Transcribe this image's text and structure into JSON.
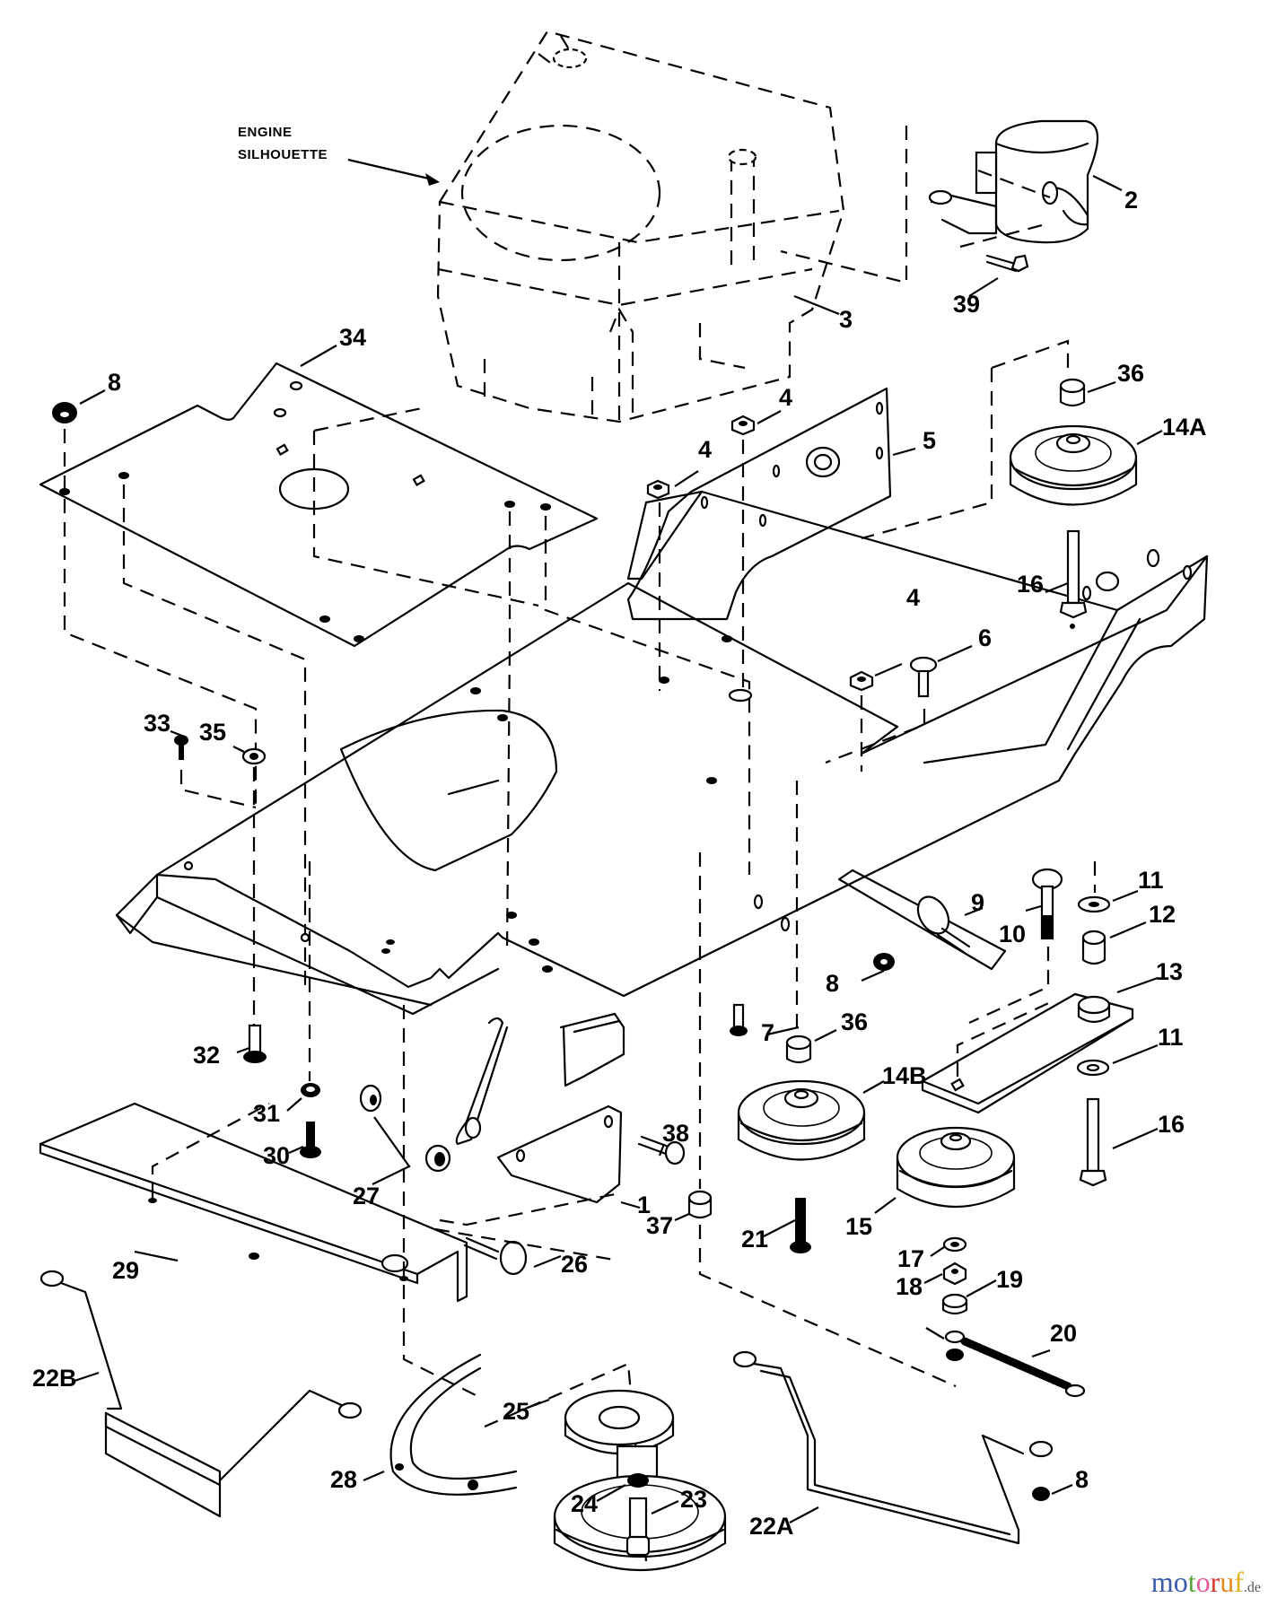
{
  "title": "Engine / Chassis / Pulley Exploded Parts Diagram",
  "annotation": {
    "line1": "ENGINE",
    "line2": "SILHOUETTE"
  },
  "callouts": {
    "p1": "1",
    "p2": "2",
    "p3": "3",
    "p4a": "4",
    "p4b": "4",
    "p4c": "4",
    "p5": "5",
    "p6": "6",
    "p7": "7",
    "p8a": "8",
    "p8b": "8",
    "p8c": "8",
    "p9": "9",
    "p10": "10",
    "p11a": "11",
    "p11b": "11",
    "p12": "12",
    "p13": "13",
    "p14a": "14A",
    "p14b": "14B",
    "p15": "15",
    "p16a": "16",
    "p16b": "16",
    "p17": "17",
    "p18": "18",
    "p19": "19",
    "p20": "20",
    "p21": "21",
    "p22a": "22A",
    "p22b": "22B",
    "p23": "23",
    "p24": "24",
    "p25": "25",
    "p26": "26",
    "p27": "27",
    "p28": "28",
    "p29": "29",
    "p30": "30",
    "p31": "31",
    "p32": "32",
    "p33": "33",
    "p34": "34",
    "p35": "35",
    "p36a": "36",
    "p36b": "36",
    "p37": "37",
    "p38": "38",
    "p39": "39"
  },
  "watermark": {
    "letters": [
      "m",
      "o",
      "t",
      "o",
      "r",
      "u",
      "f"
    ],
    "colors": [
      "#3b5ba9",
      "#3b5ba9",
      "#5aa43c",
      "#e05a9a",
      "#d43b2f",
      "#e08a1e",
      "#e0b21e"
    ],
    "suffix": ".de"
  }
}
